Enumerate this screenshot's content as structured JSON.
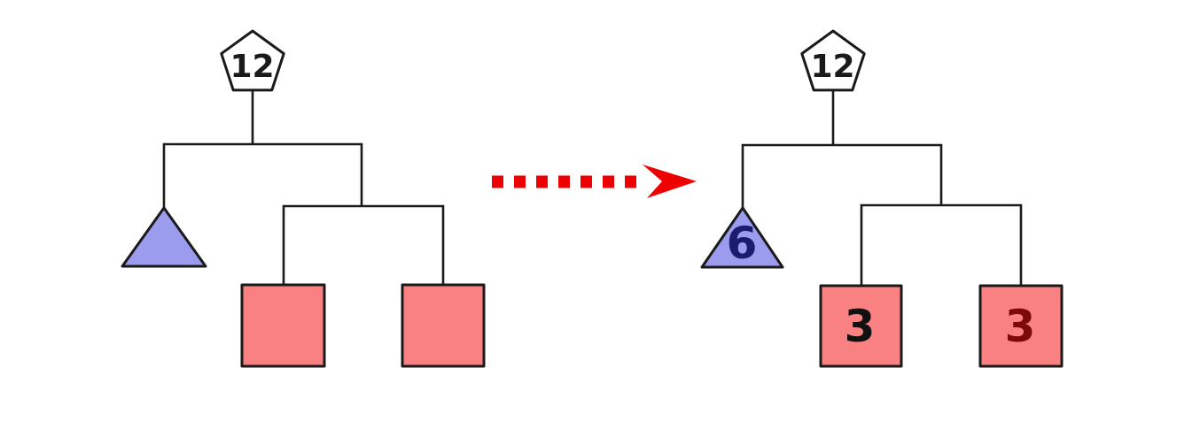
{
  "diagram": {
    "before_tree": {
      "root_label": "12",
      "triangle_label": "",
      "square1_label": "",
      "square2_label": ""
    },
    "after_tree": {
      "root_label": "12",
      "triangle_label": "6",
      "square1_label": "3",
      "square2_label": "3"
    }
  },
  "colors": {
    "outline": "#1a1a1a",
    "pentagon_fill": "#ffffff",
    "triangle_fill": "#9c9cef",
    "square_fill": "#fa8181",
    "arrow_red": "#ee0000",
    "root_label_color": "#1a1a1a",
    "triangle_label_color": "#1b1b6f",
    "square1_label_color": "#111111",
    "square2_label_color": "#7c0a0a"
  }
}
